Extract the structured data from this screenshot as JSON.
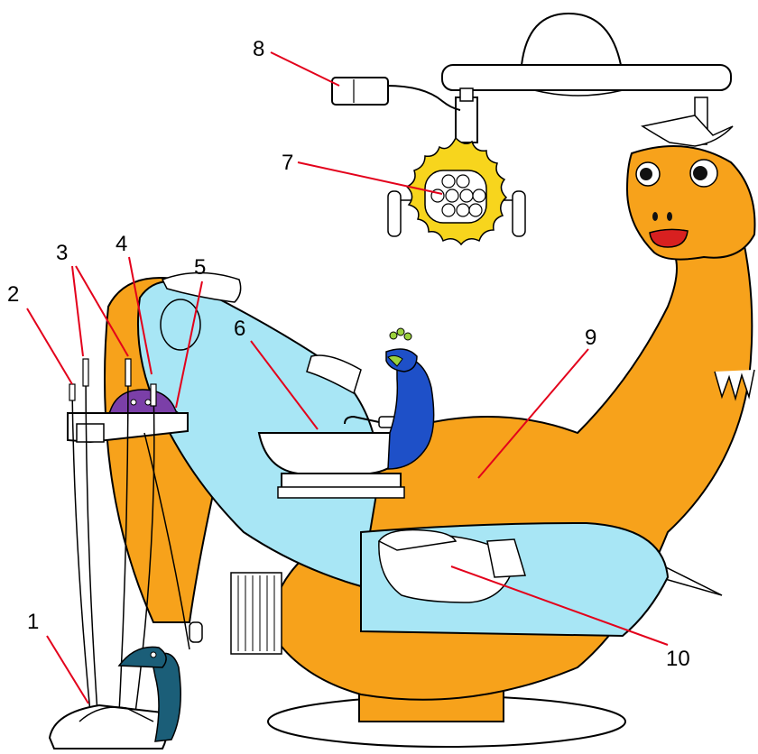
{
  "diagram": {
    "callouts": [
      {
        "id": "1",
        "label": "1"
      },
      {
        "id": "2",
        "label": "2"
      },
      {
        "id": "3",
        "label": "3"
      },
      {
        "id": "4",
        "label": "4"
      },
      {
        "id": "5",
        "label": "5"
      },
      {
        "id": "6",
        "label": "6"
      },
      {
        "id": "7",
        "label": "7"
      },
      {
        "id": "8",
        "label": "8"
      },
      {
        "id": "9",
        "label": "9"
      },
      {
        "id": "10",
        "label": "10"
      }
    ],
    "colors": {
      "leader_line": "#e3001b",
      "dino_body": "#f7a21b",
      "upholstery": "#a8e6f5",
      "lamp_petals": "#f7d51d",
      "peacock_blue": "#1e50c8",
      "peacock_green": "#9bd23c",
      "foot_bird": "#1b5e78",
      "octopus": "#7b3fa8",
      "outline": "#000000"
    }
  }
}
